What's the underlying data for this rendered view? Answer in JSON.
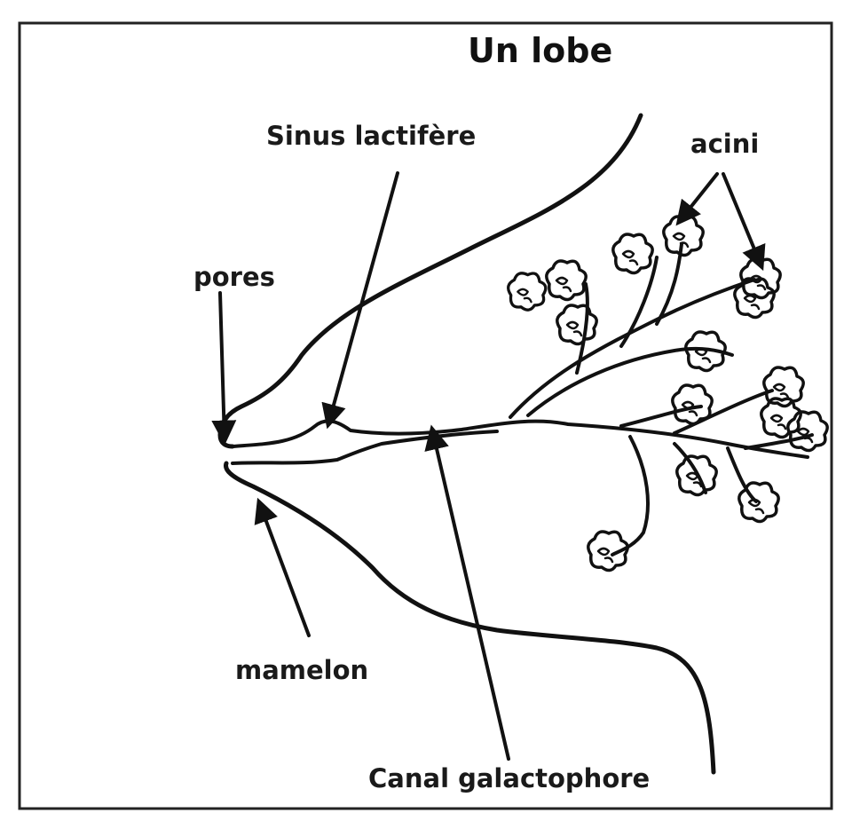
{
  "diagram": {
    "title": "Un lobe",
    "labels": {
      "sinus": "Sinus lactifère",
      "acini": "acini",
      "pores": "pores",
      "mamelon": "mamelon",
      "canal": "Canal galactophore"
    }
  }
}
